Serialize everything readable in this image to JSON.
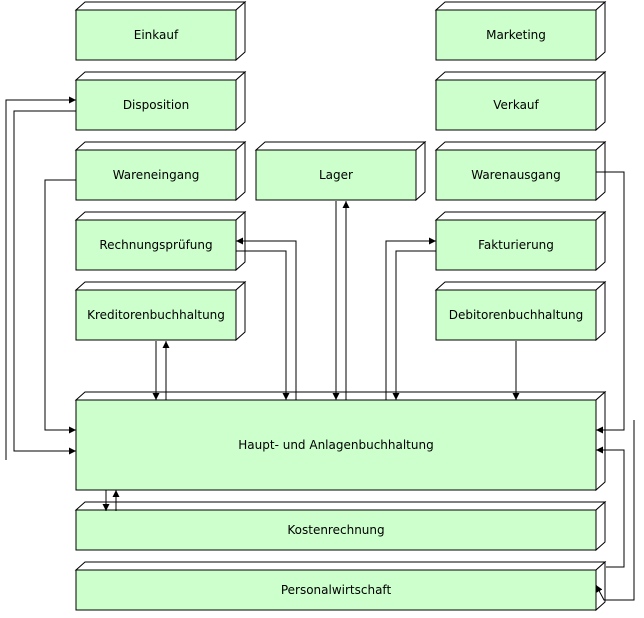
{
  "nodes": {
    "einkauf": "Einkauf",
    "marketing": "Marketing",
    "disposition": "Disposition",
    "verkauf": "Verkauf",
    "wareneingang": "Wareneingang",
    "lager": "Lager",
    "warenausgang": "Warenausgang",
    "rechnungspruefung": "Rechnungsprüfung",
    "fakturierung": "Fakturierung",
    "kreditorenbuchhaltung": "Kreditorenbuchhaltung",
    "debitorenbuchhaltung": "Debitorenbuchhaltung",
    "hauptbuchhaltung": "Haupt- und Anlagenbuchhaltung",
    "kostenrechnung": "Kostenrechnung",
    "personalwirtschaft": "Personalwirtschaft"
  },
  "colors": {
    "box_fill": "#ccffcc",
    "side_fill": "#ffffff",
    "stroke": "#000000"
  }
}
